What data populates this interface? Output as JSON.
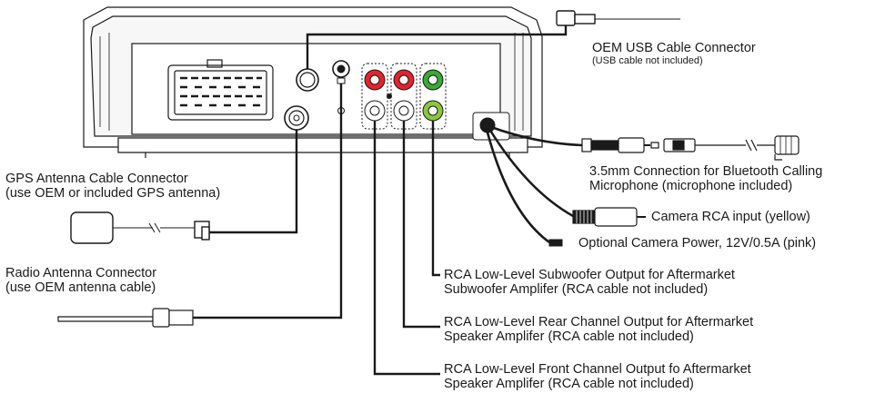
{
  "labels": {
    "usb": {
      "line1": "OEM USB Cable Connector",
      "line2": "(USB cable not included)"
    },
    "gps": {
      "line1": "GPS Antenna Cable Connector",
      "line2": "(use OEM or included GPS antenna)"
    },
    "radio": {
      "line1": "Radio Antenna Connector",
      "line2": "(use OEM antenna cable)"
    },
    "mic": {
      "line1": "3.5mm Connection for Bluetooth Calling",
      "line2": "Microphone (microphone included)"
    },
    "camera_rca": {
      "line1": "Camera RCA input (yellow)"
    },
    "camera_power": {
      "line1": "Optional Camera Power, 12V/0.5A (pink)"
    },
    "subwoofer": {
      "line1": "RCA Low-Level Subwoofer Output for Aftermarket",
      "line2": "Subwoofer Amplifer (RCA cable not included)"
    },
    "rear": {
      "line1": "RCA Low-Level Rear Channel Output for Aftermarket",
      "line2": "Speaker Amplifer (RCA cable not included)"
    },
    "front": {
      "line1": "RCA Low-Level Front Channel Output fo Aftermarket",
      "line2": "Speaker Amplifer (RCA cable not included)"
    }
  },
  "colors": {
    "line": "#1a1a1a",
    "rca_red": "#e3232c",
    "rca_green": "#3aa935",
    "rca_light_green": "#8cc63f",
    "rca_white": "#ffffff",
    "unit_gray": "#f2f2f2"
  }
}
